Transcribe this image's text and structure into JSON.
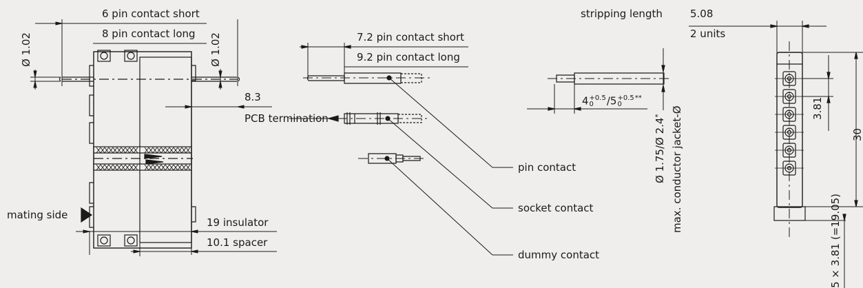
{
  "labels": {
    "pin_short_6": "6 pin contact short",
    "pin_long_8": "8 pin contact long",
    "dia_left": "Ø 1.02",
    "dia_right": "Ø 1.02",
    "pcb_dim": "8.3",
    "pcb_termination": "PCB termination",
    "mating_side": "mating side",
    "insulator": "19  insulator",
    "spacer": "10.1 spacer",
    "pin_short_72": "7.2 pin contact short",
    "pin_long_92": "9.2 pin contact long",
    "pin_contact": "pin contact",
    "socket_contact": "socket contact",
    "dummy_contact": "dummy contact",
    "stripping_length": "stripping length",
    "strip_base_a": "4",
    "strip_tol_a_up": "+0.5",
    "strip_tol_a_dn": "0",
    "strip_sep": "/5",
    "strip_tol_b_up": "+0.5",
    "strip_tol_b_dn": "0",
    "strip_marks": "**",
    "conductor_dia": "Ø 1.75/Ø 2.4",
    "conductor_star": "*",
    "conductor_jacket": "max. conductor jacket-Ø",
    "pitch_508": "5.08",
    "units_2": "2 units",
    "pitch_381": "3.81",
    "height_30": "30",
    "pitch_total": "5 × 3.81 (=19.05)"
  },
  "colors": {
    "line": "#1a1a1a",
    "background": "#efeeec"
  }
}
